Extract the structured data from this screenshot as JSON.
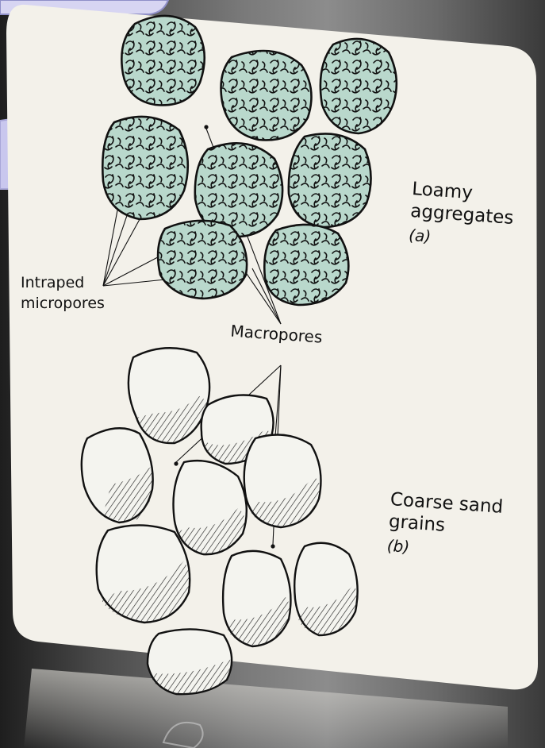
{
  "figure": {
    "panel_a": {
      "title_line1": "Loamy",
      "title_line2": "aggregates",
      "panel_letter": "(a)"
    },
    "panel_b": {
      "title_line1": "Coarse sand",
      "title_line2": "grains",
      "panel_letter": "(b)"
    },
    "labels": {
      "intraped_line1": "Intraped",
      "intraped_line2": "micropores",
      "macropores": "Macropores"
    }
  },
  "colors": {
    "aggregate_fill": "#b9d8cc",
    "grain_fill": "#f4f4ef",
    "paper": "#f3f1ea",
    "chevron": "#c9c7ee",
    "ink": "#111111"
  }
}
